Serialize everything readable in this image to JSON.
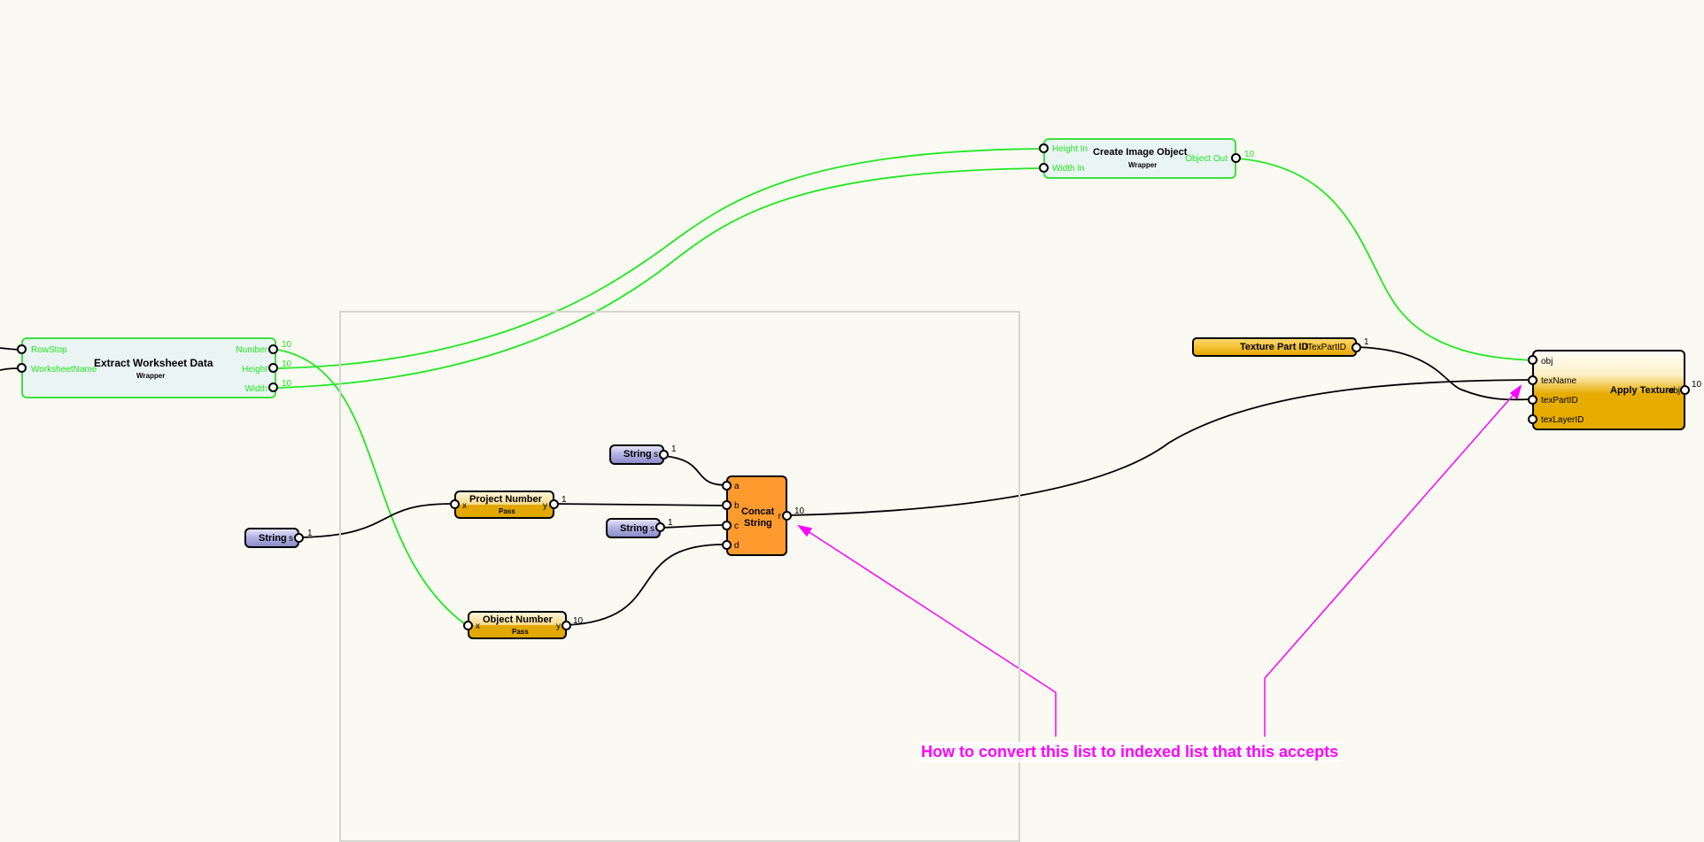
{
  "colors": {
    "background": "#fafaf2",
    "wrapper_wire": "#22e722",
    "data_wire": "#000000",
    "annotation": "#ff00ff",
    "concat_fill": "#ff9a2e",
    "pass_fill": "#e2a800"
  },
  "nodes": {
    "extract_worksheet": {
      "title": "Extract Worksheet Data",
      "subtitle": "Wrapper",
      "inputs": [
        "RowStop",
        "WorksheetName"
      ],
      "outputs": [
        "Number",
        "Height",
        "Width"
      ],
      "output_counts": [
        "10",
        "10",
        "10"
      ]
    },
    "create_image": {
      "title": "Create Image Object",
      "subtitle": "Wrapper",
      "inputs": [
        "Height In",
        "Width In"
      ],
      "outputs": [
        "Object Out"
      ],
      "output_count": "10"
    },
    "string_1": {
      "title": "String",
      "port": "s",
      "count": "1"
    },
    "string_2": {
      "title": "String",
      "port": "s",
      "count": "1"
    },
    "string_3": {
      "title": "String",
      "port": "s",
      "count": "1"
    },
    "project_number": {
      "title": "Project Number",
      "subtitle": "Pass",
      "in_port": "x",
      "out_port": "y",
      "count": "1"
    },
    "object_number": {
      "title": "Object Number",
      "subtitle": "Pass",
      "in_port": "x",
      "out_port": "y",
      "count": "10"
    },
    "concat_string": {
      "title_line1": "Concat",
      "title_line2": "String",
      "inputs": [
        "a",
        "b",
        "c",
        "d"
      ],
      "out_port": "r",
      "count": "10"
    },
    "texture_part_id": {
      "title": "Texture Part ID",
      "port": "iTexPartID",
      "count": "1"
    },
    "apply_texture": {
      "title": "Apply Texture",
      "inputs": [
        "obj",
        "texName",
        "texPartID",
        "texLayerID"
      ],
      "out_port": "obj",
      "count": "10"
    }
  },
  "annotation": {
    "text": "How to convert this list to indexed list that this accepts"
  }
}
